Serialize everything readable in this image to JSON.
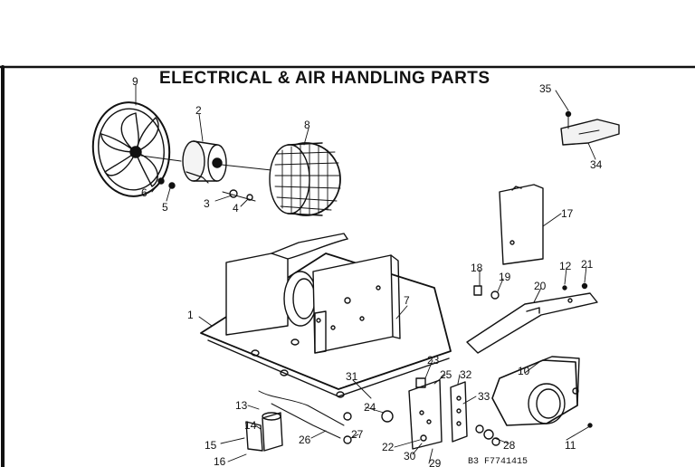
{
  "title": "ELECTRICAL & AIR HANDLING PARTS",
  "diagram_code": "B3 F7741415",
  "colors": {
    "ink": "#111111",
    "paper": "#ffffff"
  },
  "callouts": [
    "1",
    "2",
    "3",
    "4",
    "5",
    "6",
    "7",
    "8",
    "9",
    "10",
    "11",
    "12",
    "13",
    "14",
    "15",
    "16",
    "17",
    "18",
    "19",
    "20",
    "21",
    "22",
    "23",
    "24",
    "25",
    "26",
    "27",
    "28",
    "29",
    "30",
    "31",
    "32",
    "33",
    "34",
    "35"
  ]
}
